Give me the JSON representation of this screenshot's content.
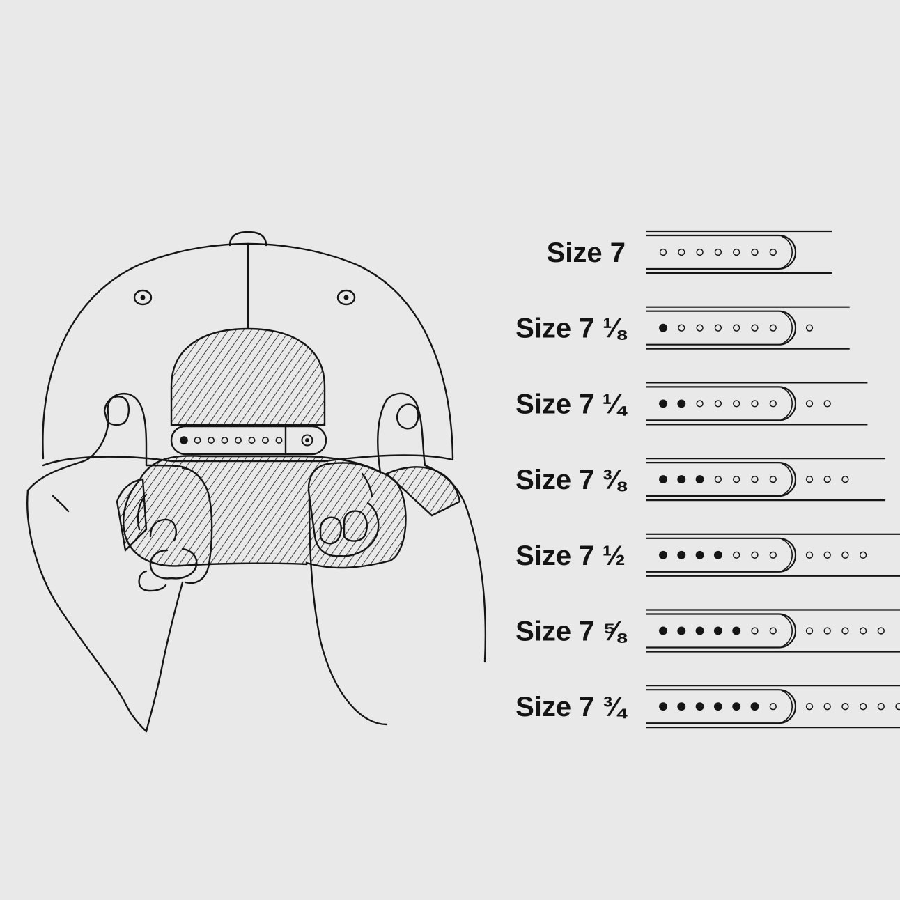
{
  "colors": {
    "background": "#e9e9ea",
    "ink": "#151515"
  },
  "illustration": {
    "icon": "hands-adjusting-cap-snapback-illustration",
    "cap_strap": {
      "holes": 8,
      "filled": 1
    }
  },
  "sizes": [
    {
      "label": "Size 7",
      "filled": 0,
      "inner_open": 7,
      "outer_open": 0
    },
    {
      "label": "Size 7 ⅛",
      "filled": 1,
      "inner_open": 6,
      "outer_open": 1
    },
    {
      "label": "Size 7 ¼",
      "filled": 2,
      "inner_open": 5,
      "outer_open": 2
    },
    {
      "label": "Size 7 ⅜",
      "filled": 3,
      "inner_open": 4,
      "outer_open": 3
    },
    {
      "label": "Size 7 ½",
      "filled": 4,
      "inner_open": 3,
      "outer_open": 4
    },
    {
      "label": "Size 7 ⅝",
      "filled": 5,
      "inner_open": 2,
      "outer_open": 5
    },
    {
      "label": "Size 7 ¾",
      "filled": 6,
      "inner_open": 1,
      "outer_open": 6
    }
  ]
}
